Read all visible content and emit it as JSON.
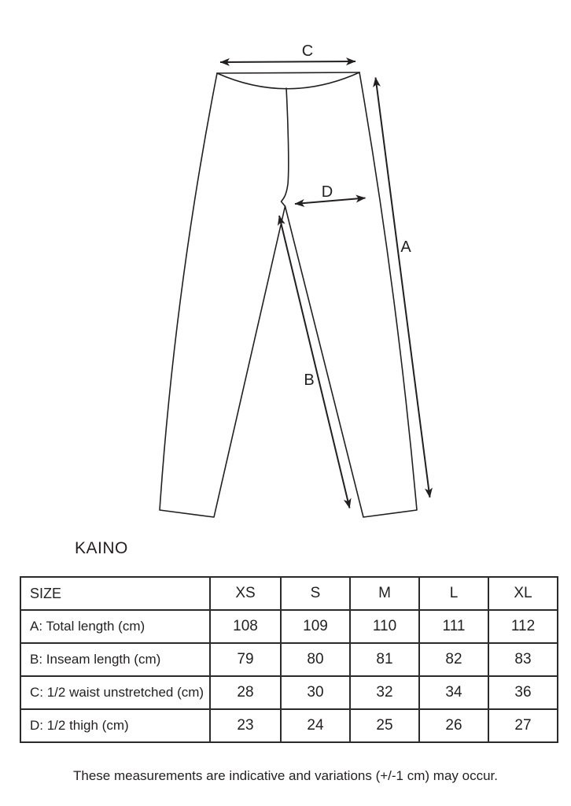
{
  "product": {
    "title": "KAINO"
  },
  "colors": {
    "ink": "#231f20",
    "table_border": "#2b2b2b",
    "background": "#ffffff"
  },
  "diagram": {
    "description": "Front-view line drawing of pants with dimension arrows",
    "labels": {
      "a": "A",
      "b": "B",
      "c": "C",
      "d": "D"
    }
  },
  "size_table": {
    "header": [
      "SIZE",
      "XS",
      "S",
      "M",
      "L",
      "XL"
    ],
    "rows": [
      {
        "label": "A: Total length (cm)",
        "values": [
          "108",
          "109",
          "110",
          "111",
          "112"
        ]
      },
      {
        "label": "B: Inseam length (cm)",
        "values": [
          "79",
          "80",
          "81",
          "82",
          "83"
        ]
      },
      {
        "label": "C: 1/2 waist unstretched  (cm)",
        "values": [
          "28",
          "30",
          "32",
          "34",
          "36"
        ]
      },
      {
        "label": "D: 1/2 thigh (cm)",
        "values": [
          "23",
          "24",
          "25",
          "26",
          "27"
        ]
      }
    ]
  },
  "footer": {
    "note": "These measurements are indicative and variations (+/-1 cm) may occur."
  }
}
